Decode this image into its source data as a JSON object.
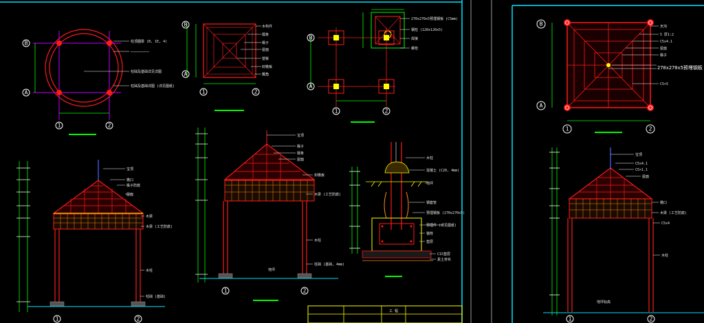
{
  "drawing": {
    "background": "#000000",
    "colors": {
      "frame": "#00e5ff",
      "structure": "#ff1a1a",
      "dimension": "#00ff00",
      "text": "#ffffff",
      "detail": "#ffff00",
      "hatch": "#ff8c1a",
      "title_block": "#ffff00"
    },
    "axis_labels": {
      "A": "A",
      "B": "B",
      "one": "1",
      "two": "2"
    },
    "callouts": {
      "c1": "5 厚1:2",
      "c2": "C5×1.1",
      "c3": "270x270x5预埋钢板",
      "c4": "C5×5"
    },
    "title_block": {
      "label": "工 程"
    }
  }
}
